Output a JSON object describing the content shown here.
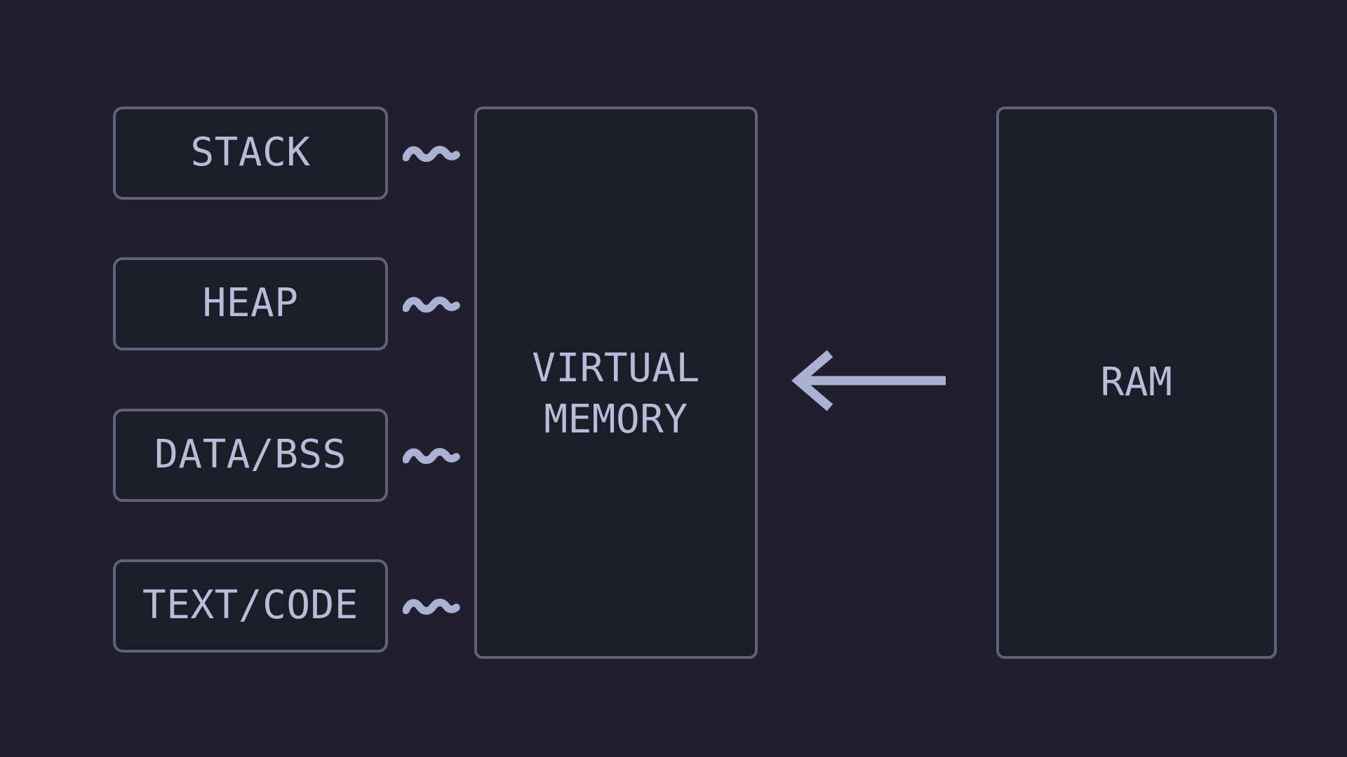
{
  "colors": {
    "background": "#211f2d",
    "panel_fill": "#1d1c29",
    "panel_border": "#5f6379",
    "label_text": "#b7bcd9",
    "connector": "#aab2d4"
  },
  "segments": [
    {
      "label": "STACK"
    },
    {
      "label": "HEAP"
    },
    {
      "label": "DATA/BSS"
    },
    {
      "label": "TEXT/CODE"
    }
  ],
  "virtual_memory": {
    "line1": "VIRTUAL",
    "line2": "MEMORY"
  },
  "ram": {
    "label": "RAM"
  },
  "icons": {
    "connector": "wave-connector-icon",
    "arrow": "left-arrow-icon"
  }
}
